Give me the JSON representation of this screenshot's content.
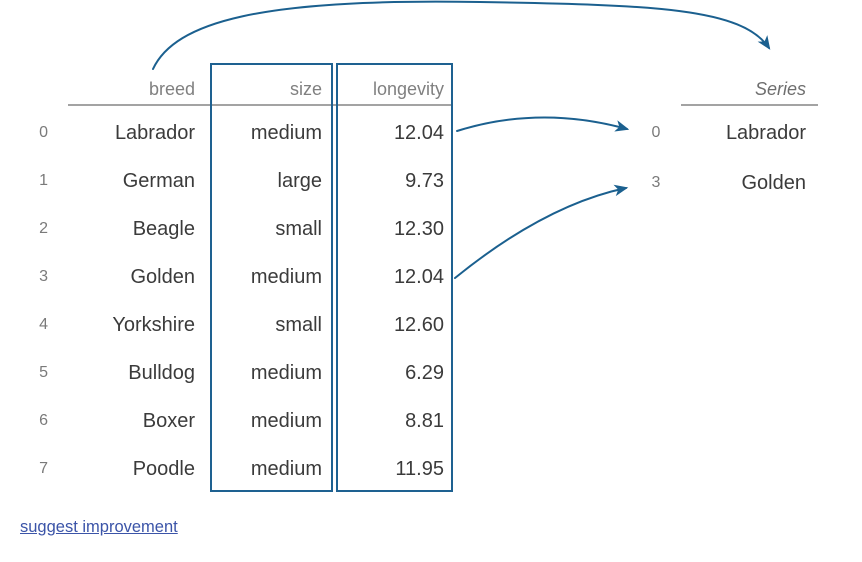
{
  "colors": {
    "accent_blue": "#1e6191",
    "arrow_blue": "#1b608f",
    "rule_gray": "#a3a3a3",
    "header_gray": "#808080",
    "text_dark": "#3b3b3b",
    "link_blue": "#3b54a8"
  },
  "table": {
    "headers": [
      "breed",
      "size",
      "longevity"
    ],
    "rows": [
      {
        "index": "0",
        "breed": "Labrador",
        "size": "medium",
        "longevity": "12.04"
      },
      {
        "index": "1",
        "breed": "German",
        "size": "large",
        "longevity": "9.73"
      },
      {
        "index": "2",
        "breed": "Beagle",
        "size": "small",
        "longevity": "12.30"
      },
      {
        "index": "3",
        "breed": "Golden",
        "size": "medium",
        "longevity": "12.04"
      },
      {
        "index": "4",
        "breed": "Yorkshire",
        "size": "small",
        "longevity": "12.60"
      },
      {
        "index": "5",
        "breed": "Bulldog",
        "size": "medium",
        "longevity": "6.29"
      },
      {
        "index": "6",
        "breed": "Boxer",
        "size": "medium",
        "longevity": "8.81"
      },
      {
        "index": "7",
        "breed": "Poodle",
        "size": "medium",
        "longevity": "11.95"
      }
    ]
  },
  "series": {
    "header": "Series",
    "rows": [
      {
        "index": "0",
        "value": "Labrador"
      },
      {
        "index": "3",
        "value": "Golden"
      }
    ]
  },
  "footer": {
    "link_label": "suggest improvement"
  }
}
